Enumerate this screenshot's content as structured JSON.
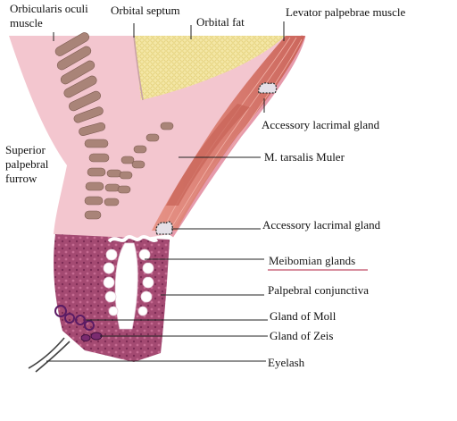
{
  "title": "",
  "labels": {
    "orbicularis": "Orbicularis oculi\nmuscle",
    "orbital_septum": "Orbital septum",
    "orbital_fat": "Orbital fat",
    "levator": "Levator palpebrae muscle",
    "accessory_gland_upper": "Accessory  lacrimal gland",
    "tarsalis": "M. tarsalis Muler",
    "superior_furrow": "Superior\npalpebral\nfurrow",
    "accessory_gland_lower": "Accessory  lacrimal gland",
    "meibomian": "Meibomian glands",
    "conjunctiva": "Palpebral conjunctiva",
    "moll": "Gland of Moll",
    "zeis": "Gland of Zeis",
    "eyelash": "Eyelash"
  },
  "colors": {
    "skin": "#f3c6cf",
    "fat": "#f1e39a",
    "muscle": "#d9786a",
    "tarsus": "#9a3f68",
    "gland": "#ffffff",
    "highlight_line": "#b02040"
  }
}
